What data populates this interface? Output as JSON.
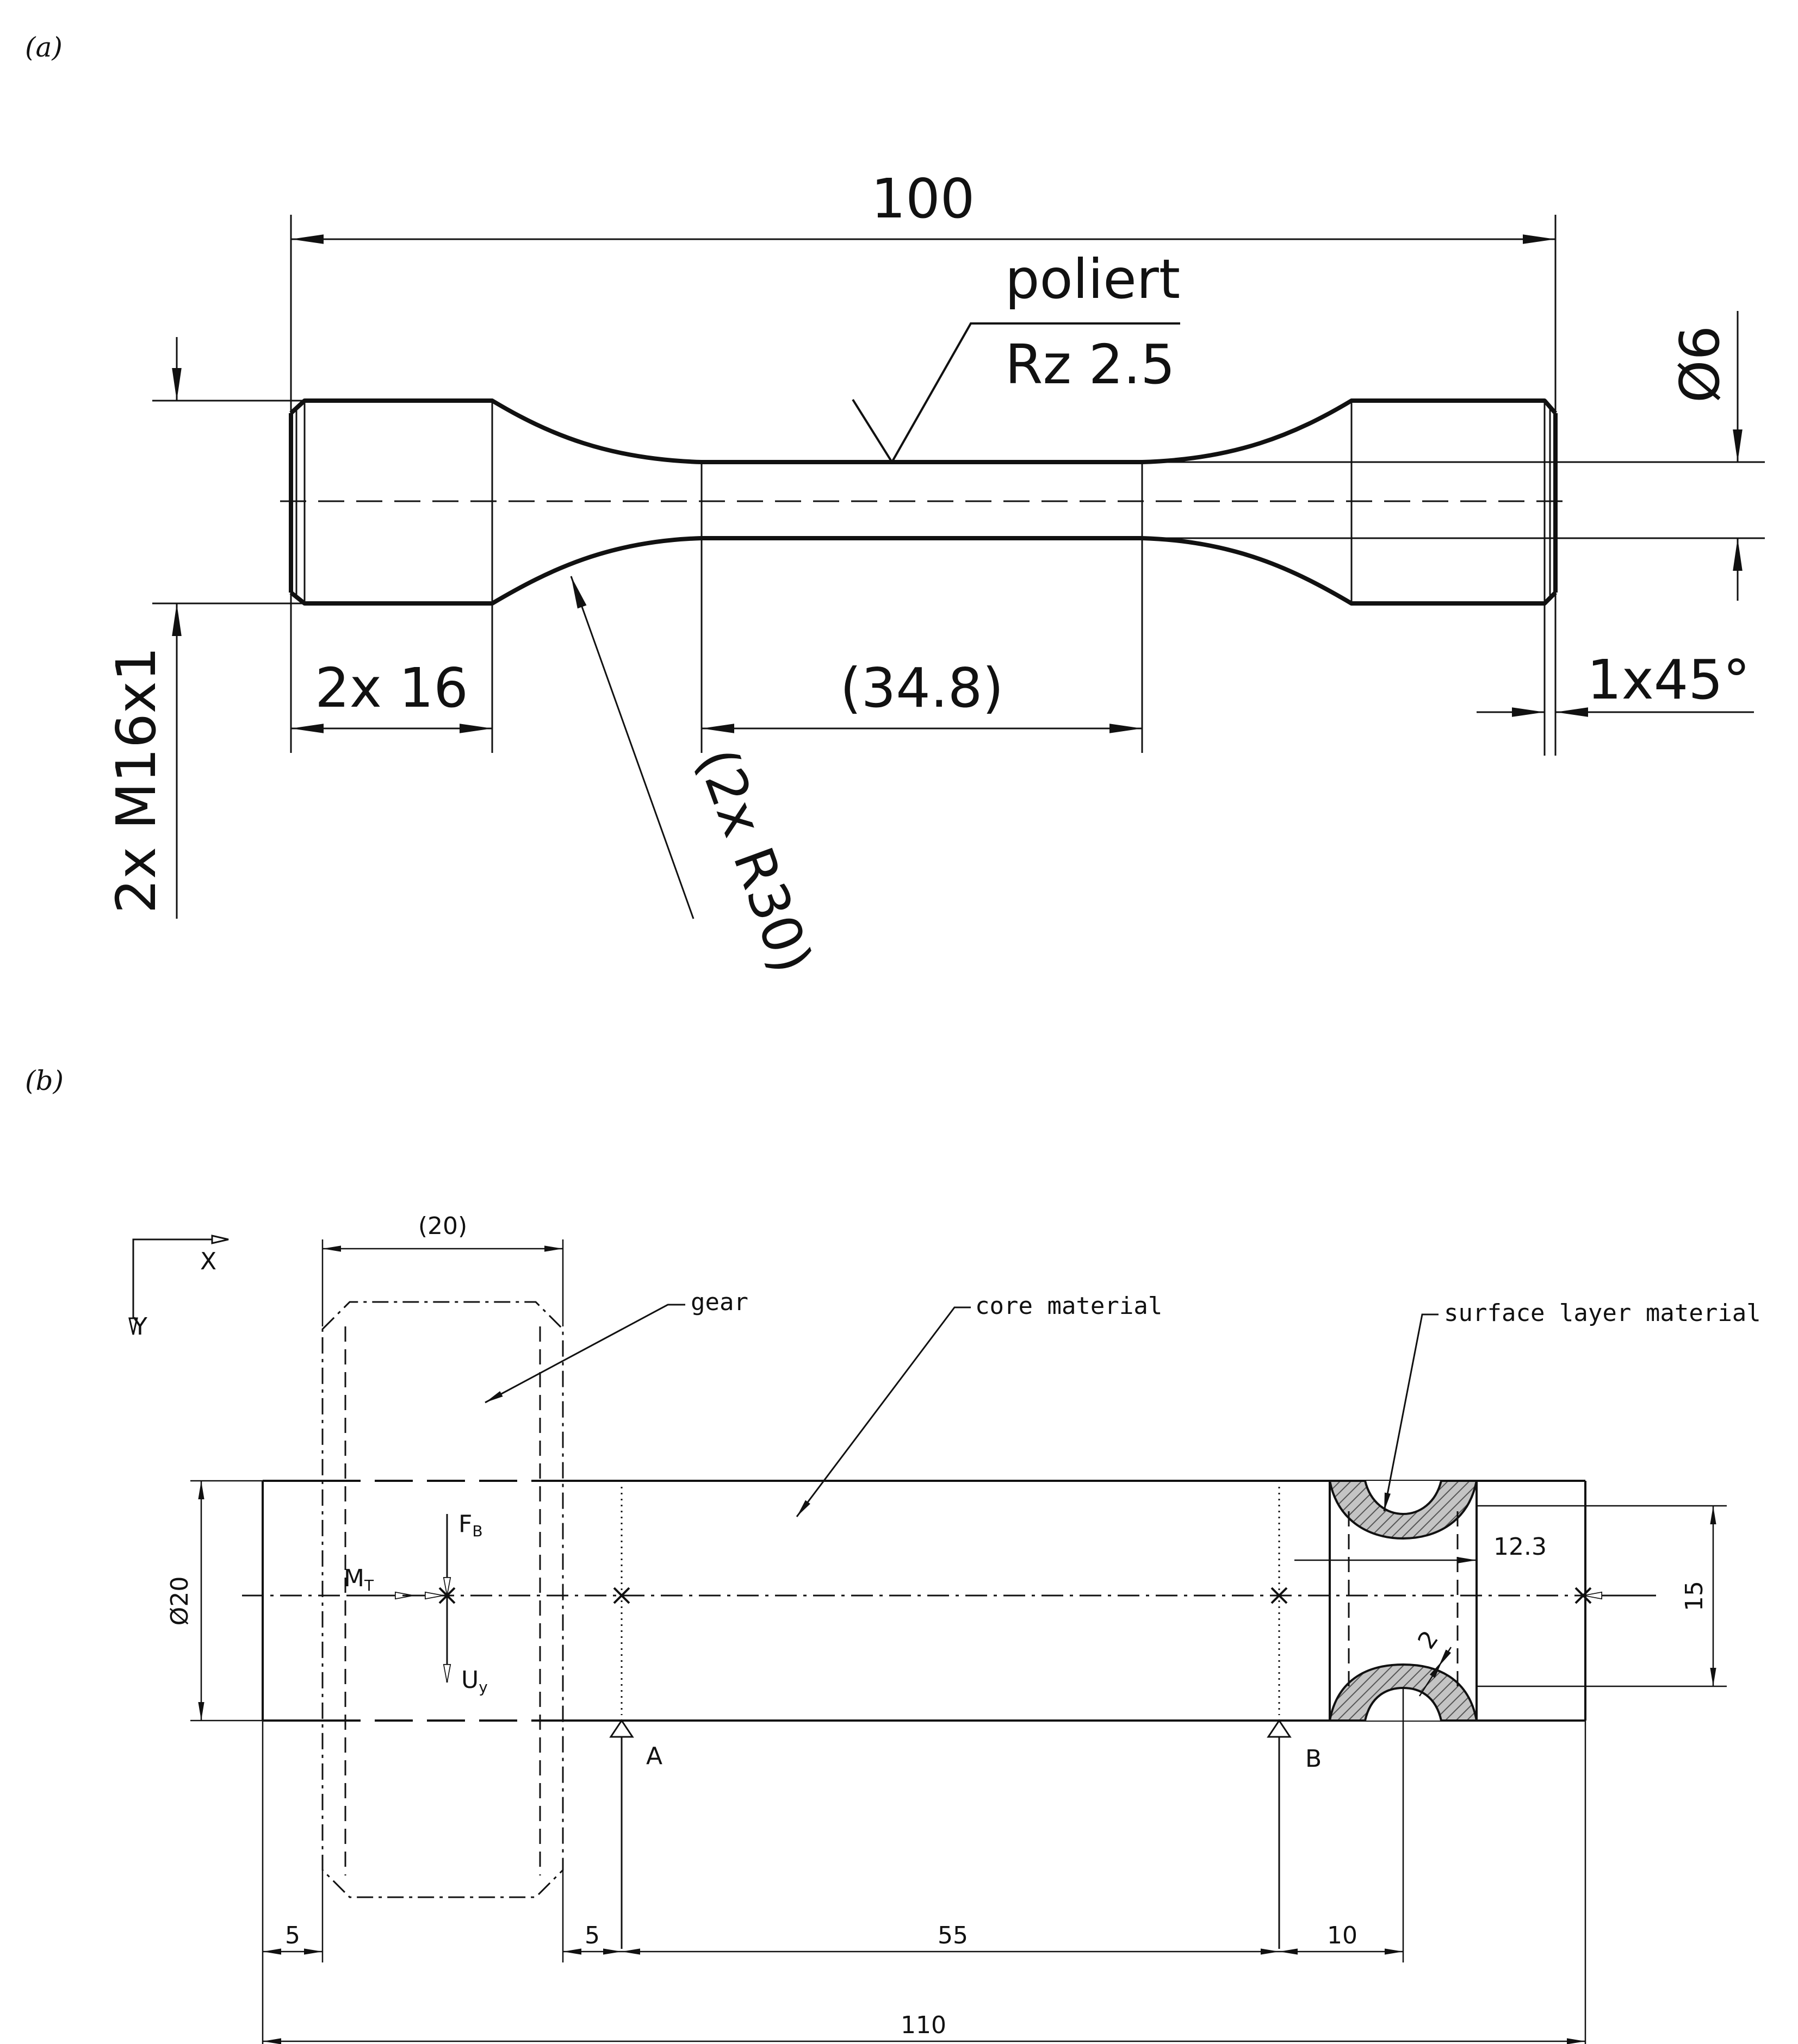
{
  "panel_a": {
    "label": "(a)",
    "dim_total_length": "100",
    "surface_note_line1": "poliert",
    "surface_note_line2": "Rz 2.5",
    "dim_diameter": "Ø6",
    "dim_thread_length": "2x  16",
    "dim_gauge_length": "(34.8)",
    "dim_chamfer": "1x45°",
    "dim_thread": "2x M16x1",
    "dim_radius": "(2x R30)"
  },
  "panel_b": {
    "label": "(b)",
    "axis_x": "X",
    "axis_y": "Y",
    "dim_gear_width": "(20)",
    "callout_gear": "gear",
    "callout_core": "core material",
    "callout_surface": "surface layer material",
    "dim_diameter": "Ø20",
    "force_fb": "F",
    "force_fb_sub": "B",
    "moment_mt": "M",
    "moment_mt_sub": "T",
    "disp_uy": "U",
    "disp_uy_sub": "y",
    "support_a": "A",
    "support_b": "B",
    "dim_groove_pos": "12.3",
    "dim_layer": "2",
    "dim_inner": "15",
    "dim_left_offset": "5",
    "dim_gear_gap": "5",
    "dim_span": "55",
    "dim_groove": "10",
    "dim_total": "110"
  },
  "colors": {
    "line": "#111111",
    "hatch_fill": "#bdbdbd"
  }
}
